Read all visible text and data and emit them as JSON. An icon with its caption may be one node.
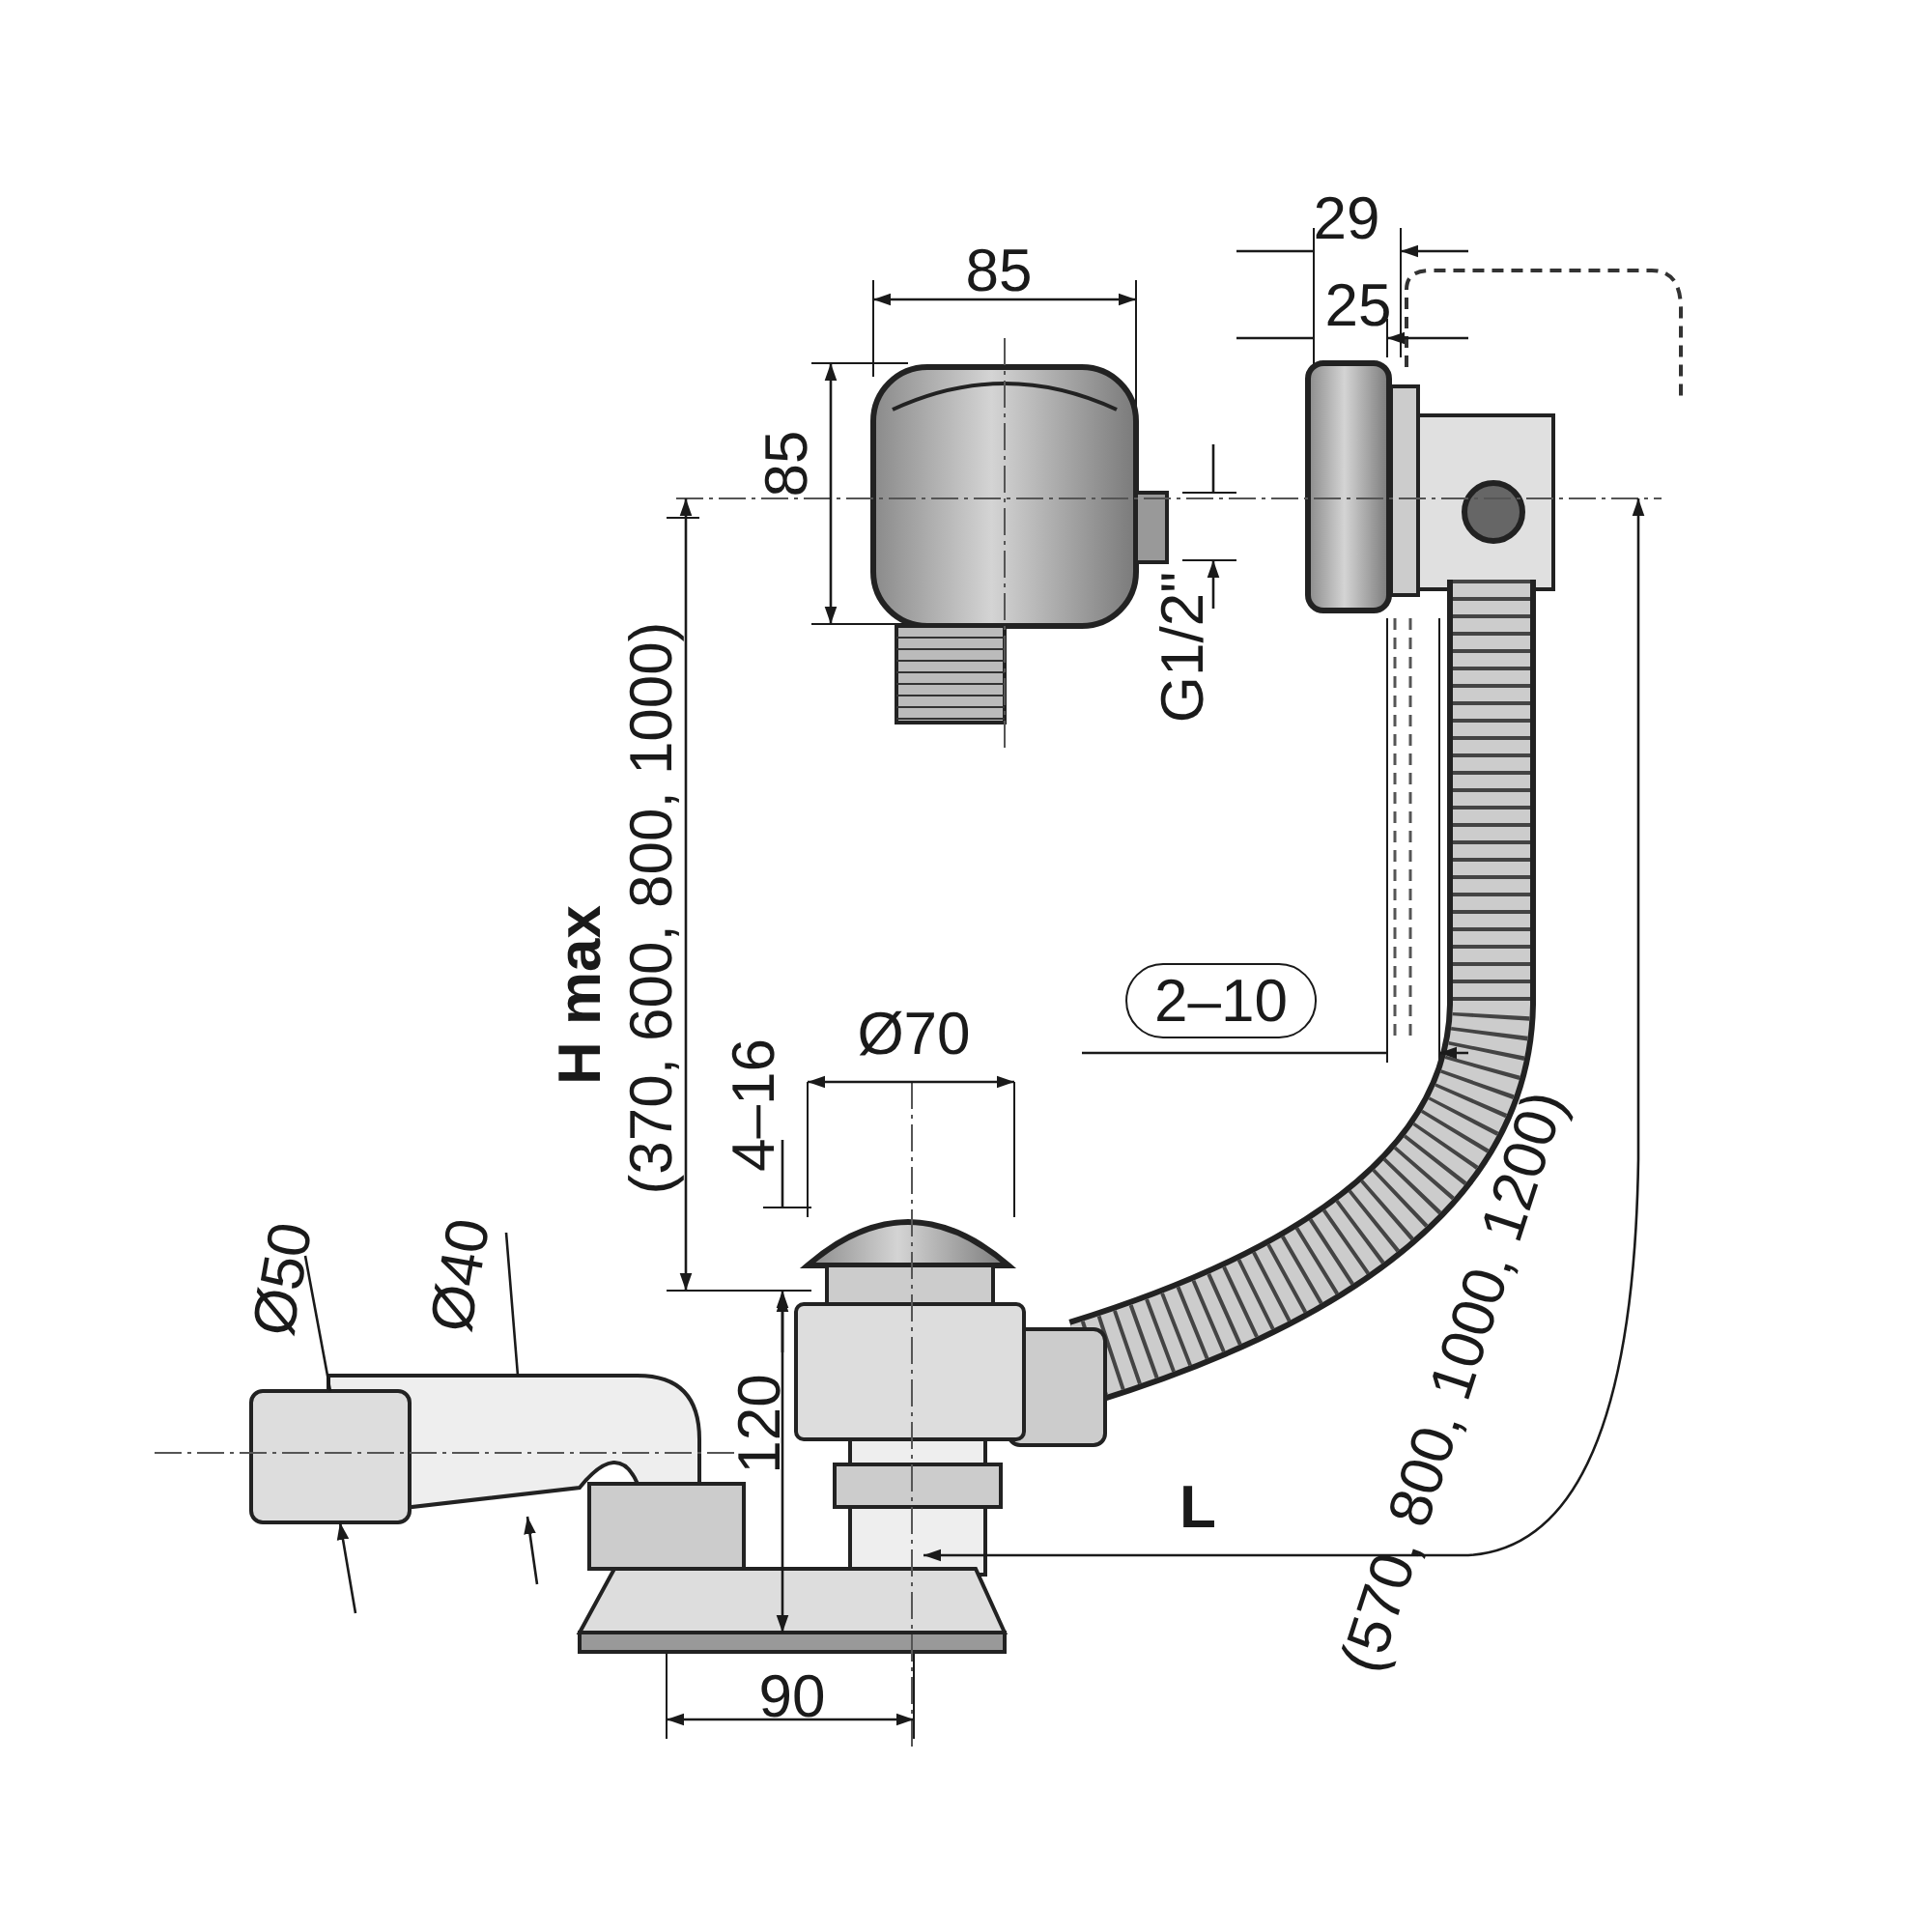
{
  "diagram": {
    "nodes": [
      {
        "text": [
          "2–10"
        ]
      }
    ],
    "labels": [
      "85",
      "29",
      "25",
      "85",
      "G1/2\"",
      "H max",
      "(370, 600, 800, 1000)",
      "4–16",
      "Ø70",
      "Ø50",
      "Ø40",
      "120",
      "L",
      "(570, 800, 1000, 1200)",
      "90"
    ]
  }
}
